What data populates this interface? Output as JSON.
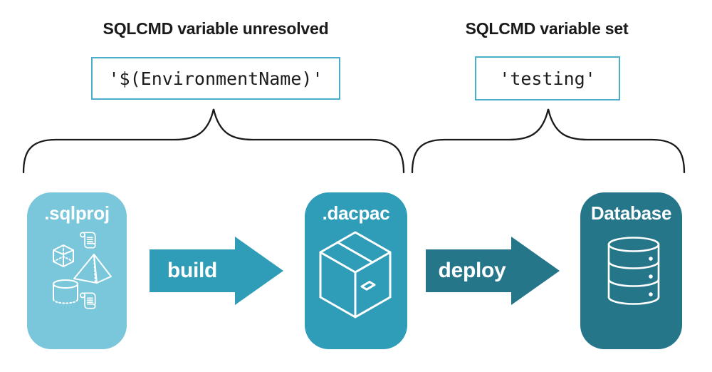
{
  "diagram": {
    "annotations": {
      "left": {
        "heading": "SQLCMD variable unresolved",
        "code": "'$(EnvironmentName)'"
      },
      "right": {
        "heading": "SQLCMD variable set",
        "code": "'testing'"
      }
    },
    "nodes": {
      "sqlproj": {
        "label": ".sqlproj",
        "icons": [
          "scroll-icon",
          "cube-icon",
          "pyramid-icon",
          "cylinder-icon",
          "scroll-icon"
        ]
      },
      "dacpac": {
        "label": ".dacpac",
        "icons": [
          "package-icon"
        ]
      },
      "database": {
        "label": "Database",
        "icons": [
          "database-cylinder-icon"
        ]
      }
    },
    "arrows": {
      "build": {
        "label": "build"
      },
      "deploy": {
        "label": "deploy"
      }
    }
  },
  "colors": {
    "sqlproj_card": "#7AC7DB",
    "dacpac_card": "#2F9CB8",
    "database_card": "#26768A",
    "build_arrow": "#2F9CB8",
    "deploy_arrow": "#26768A",
    "code_box_border": "#4BAECB",
    "icon_stroke": "#FFFFFF",
    "brace": "#1A1A1A",
    "text": "#1A1A1A"
  }
}
